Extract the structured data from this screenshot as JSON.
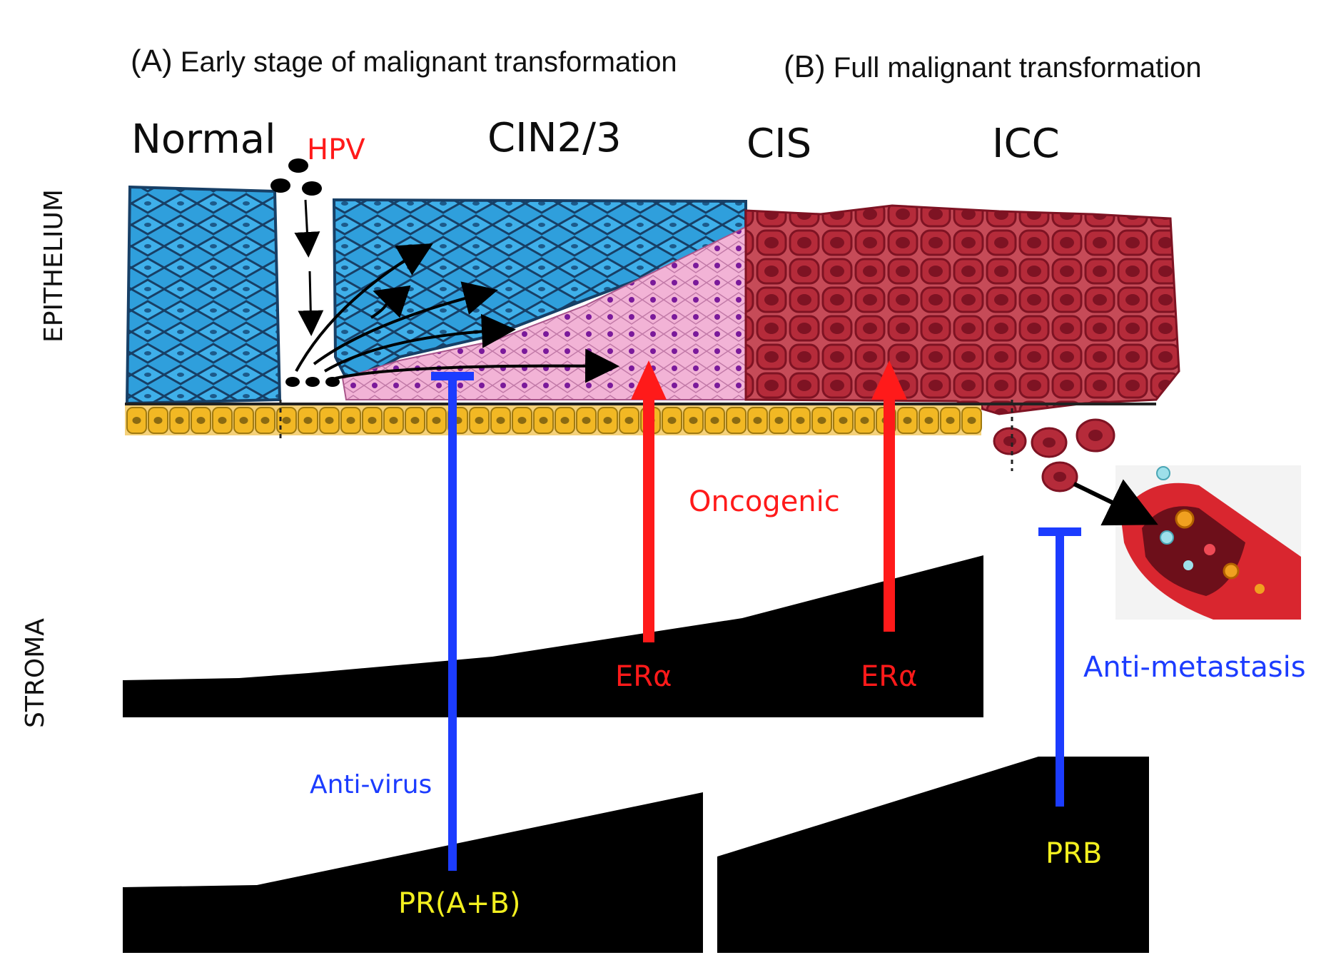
{
  "panels": {
    "a_letter": "(A)",
    "a_title": "Early stage of malignant transformation",
    "b_letter": "(B)",
    "b_title": "Full malignant transformation"
  },
  "stages": {
    "normal": "Normal",
    "hpv": "HPV",
    "cin": "CIN2/3",
    "cis": "CIS",
    "icc": "ICC"
  },
  "side_labels": {
    "epithelium": "EPITHELIUM",
    "stroma": "STROMA"
  },
  "effects": {
    "oncogenic": "Oncogenic",
    "anti_virus": "Anti-virus",
    "anti_metastasis": "Anti-metastasis"
  },
  "receptors": {
    "er_alpha_1": "ERα",
    "er_alpha_2": "ERα",
    "pr_ab": "PR(A+B)",
    "prb": "PRB"
  },
  "colors": {
    "squamous_blue": "#2f9fdc",
    "squamous_edge": "#1a4f78",
    "dysplasia_pink": "#f2b3d6",
    "nucleus_purple": "#7a1a9a",
    "cancer_red": "#b52b3a",
    "cancer_dark": "#7e1323",
    "basal_yellow": "#f2b824",
    "stimulate_red": "#ff1a1a",
    "inhibit_blue": "#1c3cff",
    "receptor_yellow": "#f2ef1f",
    "wedge_black": "#000000"
  }
}
